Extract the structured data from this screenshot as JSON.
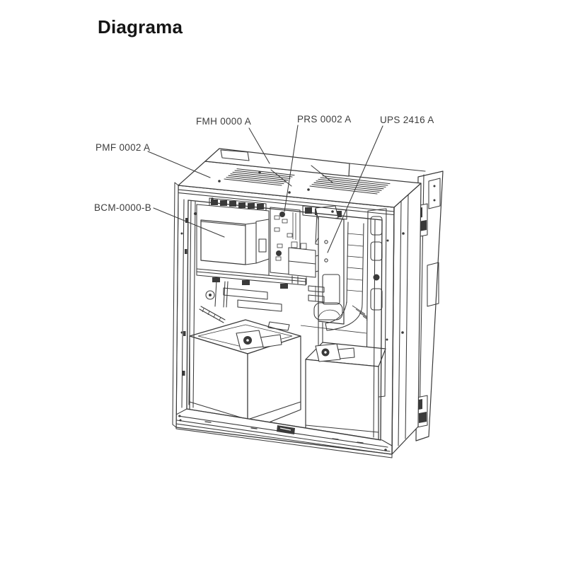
{
  "page": {
    "title": "Diagrama",
    "background": "#ffffff",
    "line_color": "#3a3a3a",
    "label_color": "#3d3d3d"
  },
  "diagram": {
    "name": "equipment-cabinet-internal-components",
    "labels": {
      "pmf": {
        "text": "PMF 0002 A"
      },
      "fmh": {
        "text": "FMH 0000 A"
      },
      "prs": {
        "text": "PRS 0002 A"
      },
      "ups": {
        "text": "UPS 2416 A"
      },
      "bcm": {
        "text": "BCM-0000-B"
      }
    }
  }
}
